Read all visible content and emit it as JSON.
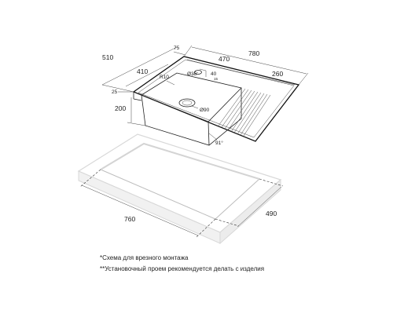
{
  "sink": {
    "dimensions": {
      "overall_width": "780",
      "overall_depth": "510",
      "top_offset": "75",
      "bowl_length": "470",
      "drainer_length": "260",
      "bowl_depth_top": "410",
      "rim_offset": "25",
      "corner_radius": "R10",
      "tap_hole": "Ø35",
      "tap_offset_x": "40",
      "tap_offset_y": "15",
      "drain_diameter": "Ø90",
      "bowl_height": "200",
      "drain_angle": "91°"
    }
  },
  "cutout": {
    "width": "760",
    "depth": "490"
  },
  "notes": {
    "line1": "*Схема для врезного монтажа",
    "line2": "**Установочный проем рекомендуется делать с изделия"
  }
}
